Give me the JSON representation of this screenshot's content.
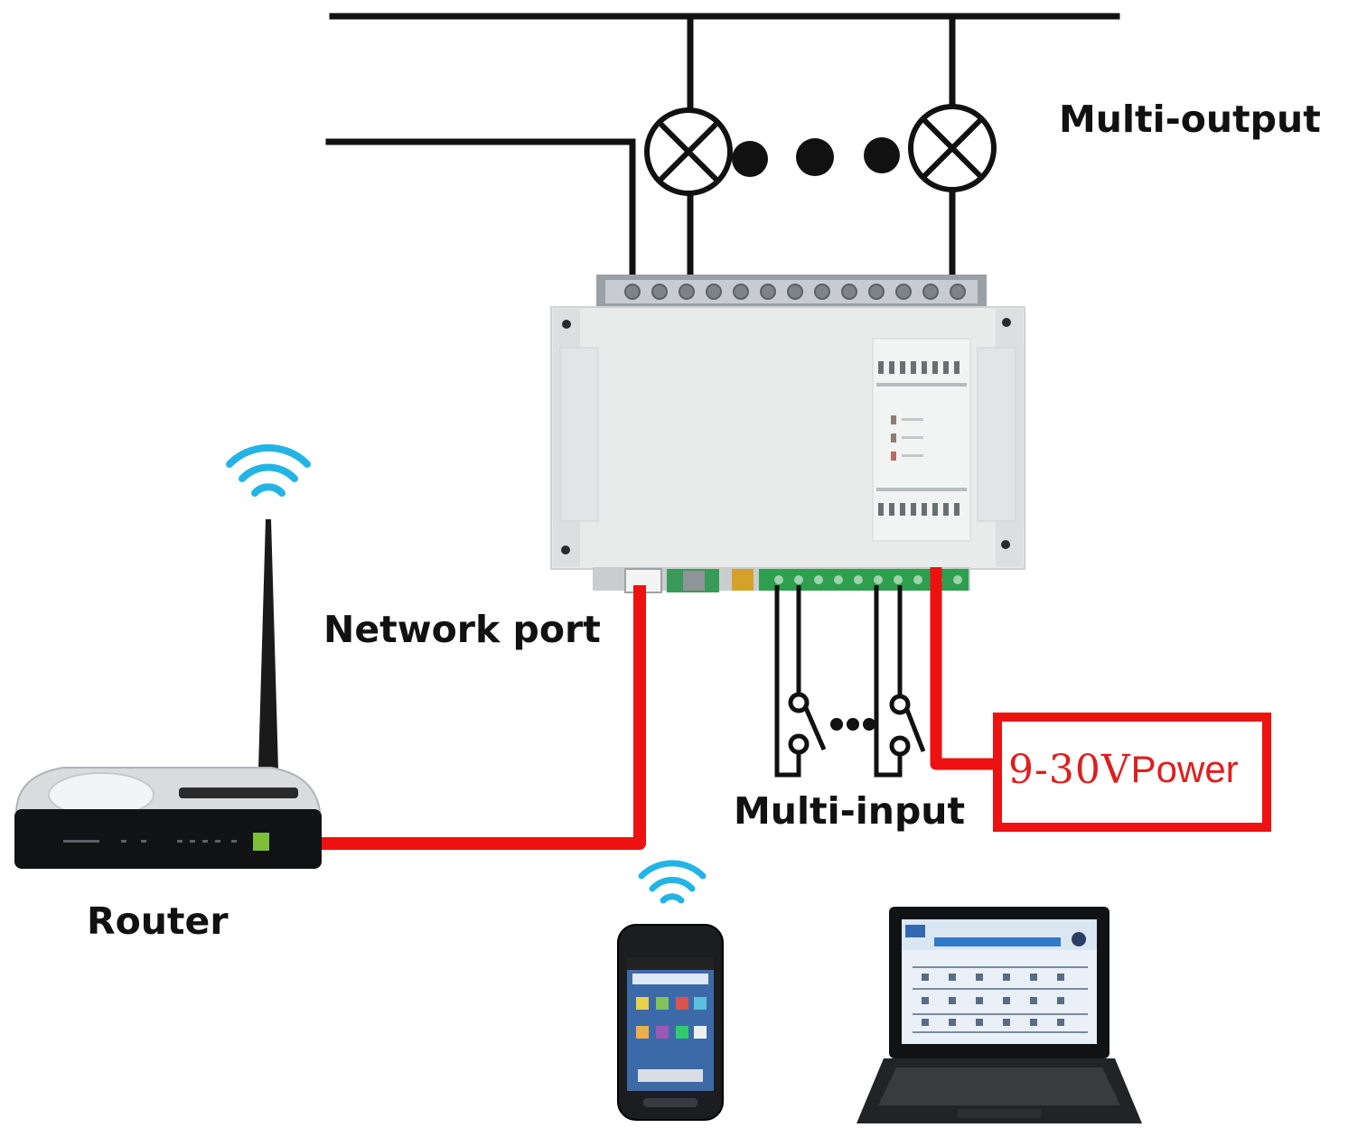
{
  "labels": {
    "multi_output": "Multi-output",
    "network_port": "Network port",
    "multi_input": "Multi-input",
    "router": "Router",
    "power_voltage": "9-30V",
    "power_word": "Power"
  },
  "colors": {
    "wire": "#111111",
    "cable": "#ee1111",
    "wifi": "#23b4e6",
    "controller_body": "#e9eaea",
    "terminal_green": "#2e9e4f"
  },
  "icons": [
    "lamp-icon",
    "wifi-icon",
    "router-icon",
    "smartphone-icon",
    "laptop-icon",
    "switch-icon"
  ]
}
